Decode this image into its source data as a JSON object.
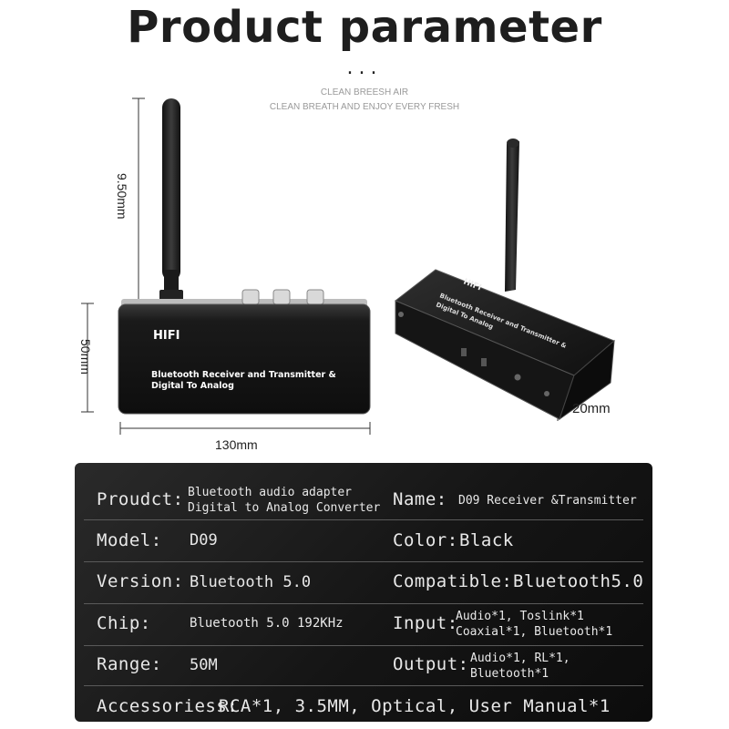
{
  "title": "Product parameter",
  "dots": "...",
  "tagline_1": "CLEAN BREESH AIR",
  "tagline_2": "CLEAN BREATH AND ENJOY EVERY FRESH",
  "dimensions": {
    "antenna_height": "9.50mm",
    "device_height": "50mm",
    "width": "130mm",
    "depth": "20mm"
  },
  "device": {
    "hifi_label": "HIFI",
    "front_text_1": "Bluetooth Receiver and Transmitter &",
    "front_text_2": "Digital To Analog",
    "side_text": "Bluetooth Receiver and Transmitter &",
    "side_text_2": "Digital To Analog"
  },
  "params": {
    "product_label": "Proudct:",
    "product_value_1": "Bluetooth audio adapter",
    "product_value_2": "Digital to Analog Converter",
    "name_label": "Name:",
    "name_value": "D09 Receiver &Transmitter",
    "model_label": "Model:",
    "model_value": "D09",
    "color_label": "Color:",
    "color_value": "Black",
    "version_label": "Version:",
    "version_value": "Bluetooth 5.0",
    "compatible_label": "Compatible:",
    "compatible_value": "Bluetooth5.0",
    "chip_label": "Chip:",
    "chip_value": "Bluetooth 5.0 192KHz",
    "input_label": "Input:",
    "input_value_1": "Audio*1, Toslink*1",
    "input_value_2": "Coaxial*1, Bluetooth*1",
    "range_label": "Range:",
    "range_value": "50M",
    "output_label": "Output:",
    "output_value_1": "Audio*1, RL*1,",
    "output_value_2": "Bluetooth*1",
    "accessories_label": "Accessoriess:",
    "accessories_value": "RCA*1, 3.5MM, Optical, User Manual*1"
  }
}
